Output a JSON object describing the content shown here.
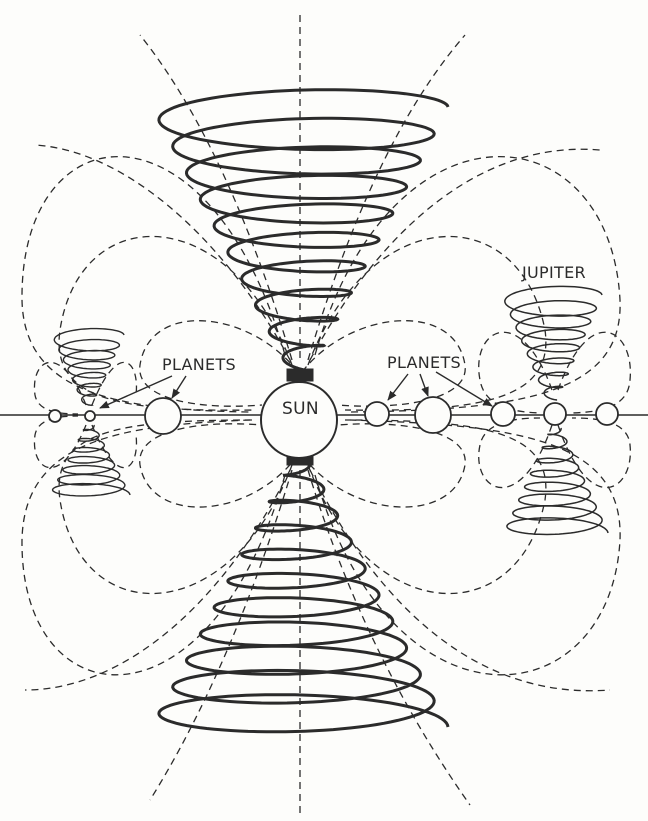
{
  "labels": {
    "sun": "SUN",
    "planets_left": "PLANETS",
    "planets_right": "PLANETS",
    "jupiter": "JUPITER"
  },
  "colors": {
    "ink": "#2b2b2b",
    "paper": "#fdfdfb"
  }
}
